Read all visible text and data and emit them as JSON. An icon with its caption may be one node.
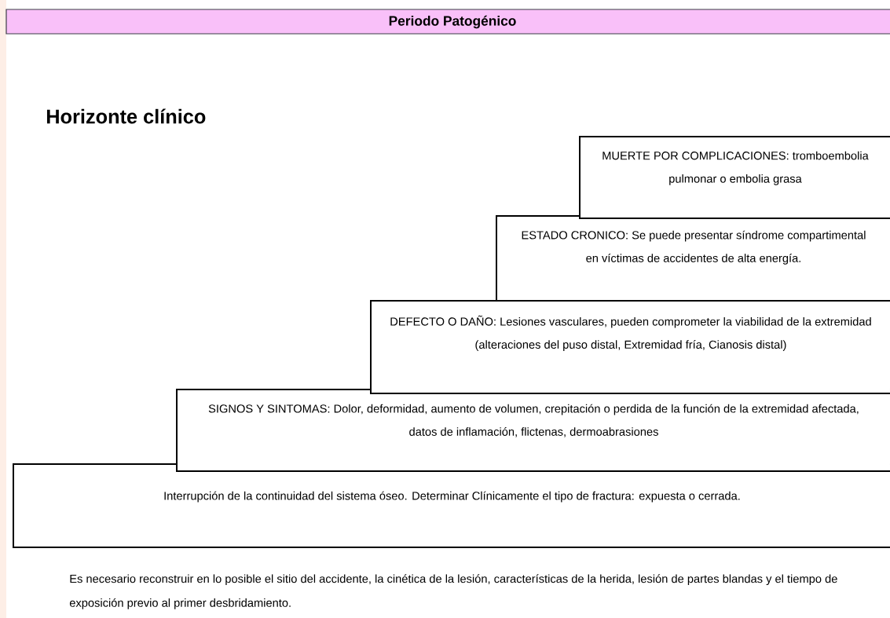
{
  "diagram": {
    "title": "Periodo Patogénico",
    "nodes": [
      {
        "text": [
          "MUERTE POR COMPLICACIONES: tromboembolia pulmonar o embolia grasa"
        ]
      },
      {
        "text": [
          "ESTADO CRONICO: Se puede presentar síndrome compartimental en víctimas de accidentes de alta energía."
        ]
      },
      {
        "text": [
          "DEFECTO O DAÑO: Lesiones vasculares, pueden comprometer la viabilidad de la extremidad (alteraciones del puso distal, Extremidad fría, Cianosis distal)"
        ]
      },
      {
        "text": [
          "SIGNOS Y SINTOMAS: Dolor, deformidad, aumento de volumen, crepitación o perdida de la función de la extremidad afectada, datos de inflamación, flictenas, dermoabrasiones"
        ]
      },
      {
        "text": [
          "Interrupción de la continuidad del sistema óseo. Determinar Clínicamente el tipo de fractura: expuesta o cerrada."
        ]
      }
    ],
    "labels": [
      "Horizonte clínico",
      "Es necesario reconstruir en lo posible el sitio del accidente, la cinética de la lesión, características de la herida, lesión de partes blandas y el tiempo de exposición previo al primer desbridamiento."
    ]
  }
}
